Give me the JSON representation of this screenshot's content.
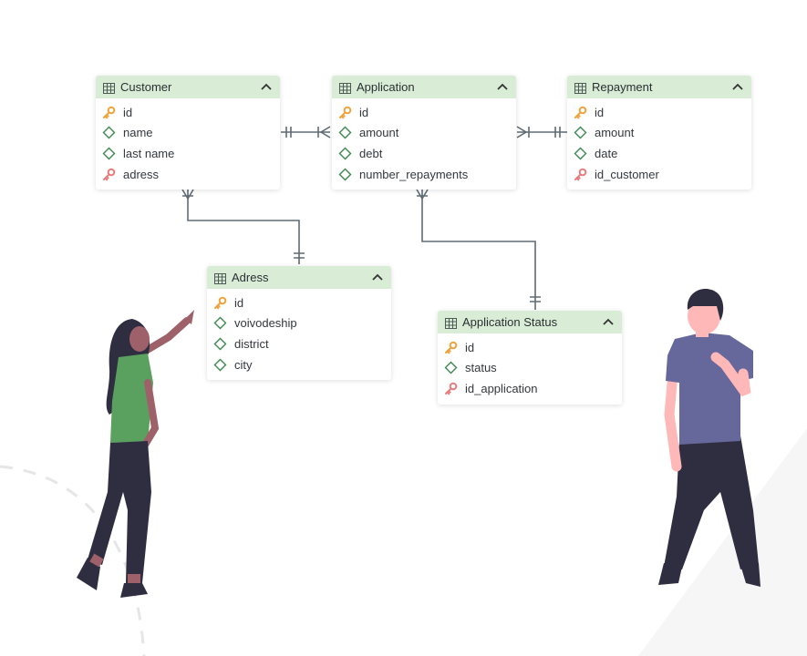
{
  "colors": {
    "header_bg": "#d9ecd6",
    "primary_key": "#f0a23a",
    "foreign_key": "#e87b7b",
    "column_diamond": "#3d8a4f",
    "connector": "#5f6b73",
    "woman_shirt": "#5aa15f",
    "man_shirt": "#66679a",
    "hair": "#2f2e41"
  },
  "tables": [
    {
      "name": "Customer",
      "columns": [
        {
          "name": "id",
          "kind": "primary-key"
        },
        {
          "name": "name",
          "kind": "column"
        },
        {
          "name": "last name",
          "kind": "column"
        },
        {
          "name": "adress",
          "kind": "foreign-key"
        }
      ]
    },
    {
      "name": "Application",
      "columns": [
        {
          "name": "id",
          "kind": "primary-key"
        },
        {
          "name": "amount",
          "kind": "column"
        },
        {
          "name": "debt",
          "kind": "column"
        },
        {
          "name": "number_repayments",
          "kind": "column"
        }
      ]
    },
    {
      "name": "Repayment",
      "columns": [
        {
          "name": "id",
          "kind": "primary-key"
        },
        {
          "name": "amount",
          "kind": "column"
        },
        {
          "name": "date",
          "kind": "column"
        },
        {
          "name": "id_customer",
          "kind": "foreign-key"
        }
      ]
    },
    {
      "name": "Adress",
      "columns": [
        {
          "name": "id",
          "kind": "primary-key"
        },
        {
          "name": "voivodeship",
          "kind": "column"
        },
        {
          "name": "district",
          "kind": "column"
        },
        {
          "name": "city",
          "kind": "column"
        }
      ]
    },
    {
      "name": "Application Status",
      "columns": [
        {
          "name": "id",
          "kind": "primary-key"
        },
        {
          "name": "status",
          "kind": "column"
        },
        {
          "name": "id_application",
          "kind": "foreign-key"
        }
      ]
    }
  ],
  "relationships": [
    {
      "from": "Customer",
      "to": "Application",
      "from_cardinality": "one",
      "to_cardinality": "many"
    },
    {
      "from": "Application",
      "to": "Repayment",
      "from_cardinality": "many",
      "to_cardinality": "one"
    },
    {
      "from": "Customer",
      "to": "Adress",
      "from_cardinality": "many",
      "to_cardinality": "one"
    },
    {
      "from": "Application",
      "to": "Application Status",
      "from_cardinality": "many",
      "to_cardinality": "one"
    }
  ]
}
